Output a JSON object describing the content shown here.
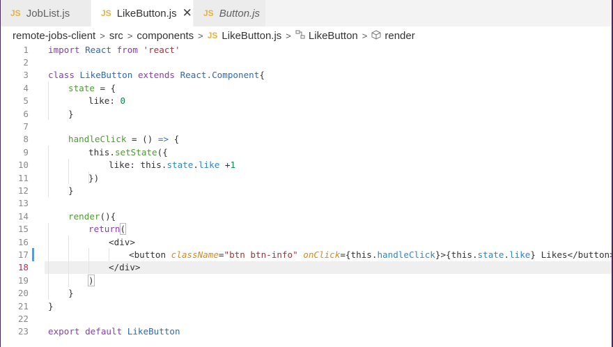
{
  "tabs": [
    {
      "icon": "JS",
      "label": "JobList.js"
    },
    {
      "icon": "JS",
      "label": "LikeButton.js",
      "close": "✕"
    },
    {
      "icon": "JS",
      "label": "Button.js"
    }
  ],
  "breadcrumb": {
    "project": "remote-jobs-client",
    "folder1": "src",
    "folder2": "components",
    "file_icon": "JS",
    "file": "LikeButton.js",
    "class_symbol": "LikeButton",
    "method_symbol": "render",
    "separator": ">"
  },
  "editor": {
    "current_line": 18,
    "line_numbers": [
      "1",
      "2",
      "3",
      "4",
      "5",
      "6",
      "7",
      "8",
      "9",
      "10",
      "11",
      "12",
      "13",
      "14",
      "15",
      "16",
      "17",
      "18",
      "19",
      "20",
      "21",
      "22",
      "23"
    ],
    "tokens": {
      "l1": [
        "import",
        " React ",
        "from",
        " 'react'"
      ],
      "l3": [
        "class",
        " ",
        "LikeButton",
        " ",
        "extends",
        " React.",
        "Component",
        "{"
      ],
      "l4": [
        "state",
        " = {"
      ],
      "l5": [
        "like: ",
        "0"
      ],
      "l6": [
        "}"
      ],
      "l8": [
        "handleClick",
        " = () ",
        "=>",
        " {"
      ],
      "l9": [
        "this",
        ".",
        "setState",
        "({"
      ],
      "l10": [
        "like: ",
        "this",
        ".",
        "state",
        ".",
        "like",
        " +",
        "1"
      ],
      "l11": [
        "})"
      ],
      "l12": [
        "}"
      ],
      "l14": [
        "render",
        "(){"
      ],
      "l15": [
        "return",
        "("
      ],
      "l16": [
        "<div>"
      ],
      "l17": [
        "<button ",
        "className",
        "=",
        "\"btn btn-info\"",
        " ",
        "onClick",
        "={",
        "this",
        ".",
        "handleClick",
        "}>{",
        "this",
        ".",
        "state",
        ".",
        "like",
        "} Likes</button>"
      ],
      "l18": [
        "</div>"
      ],
      "l19": [
        ")"
      ],
      "l20": [
        "}"
      ],
      "l21": [
        "}"
      ],
      "l23": [
        "export",
        " ",
        "default",
        " ",
        "LikeButton"
      ]
    }
  },
  "colors": {
    "keyword": "#8a3ab9",
    "class_name": "#2b6bb3",
    "string": "#a3333a",
    "number": "#0c8a4a",
    "function": "#4f9a34",
    "attribute": "#d98a1c",
    "js_icon": "#e2b33f",
    "modified_gutter": "#5c9ad6"
  }
}
